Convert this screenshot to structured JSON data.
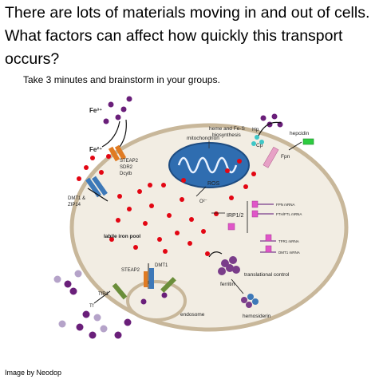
{
  "slide": {
    "title": "There are lots of materials moving in and out of cells.  What factors can affect how quickly this transport occurs?",
    "subtitle": "Take 3 minutes and brainstorm in your groups.",
    "credit": "Image by Neodop"
  },
  "diagram": {
    "labels": {
      "fe3": "Fe³⁺",
      "fe2": "Fe²⁺",
      "mito": "mitochondrion",
      "heme1": "heme and Fe-S",
      "heme2": "biosynthesis",
      "hp": "Hp",
      "hepcidin": "hepcidin",
      "cp": "Cp",
      "fpn": "Fpn",
      "steap2_top": "STEAP2",
      "sdr2": "SDR2",
      "dcytb": "Dcytb",
      "dmt1_zip14_a": "DMT1 &",
      "dmt1_zip14_b": "ZIP14",
      "ros": "ROS",
      "o2": "O²⁻",
      "irp": "IRP1/2",
      "fpn_mrna": "FPN mRNA",
      "fth_mrna": "FTH/FTL mRNA",
      "tfr1_mrna": "TFR1 mRNA",
      "dmt1_mrna": "DMT1 mRNA",
      "labile": "labile iron pool",
      "steap2_bottom": "STEAP2",
      "dmt1": "DMT1",
      "ferritin": "ferritin",
      "translational": "translational control",
      "tfr1": "TfR1",
      "tf": "Tf",
      "endosome": "endosome",
      "hemosiderin": "hemosiderin"
    },
    "colors": {
      "membrane": "#c8b79a",
      "cytoplasm": "#f2ede3",
      "mito": "#2f6db0",
      "iron": "#e30613",
      "fe3": "#6a1f7a",
      "transporter": "#3d78b8",
      "steap": "#e07b22",
      "fpn": "#e7a1c6",
      "hp": "#3fc7c7",
      "hepcidin": "#2ecc40",
      "irp": "#e056c8",
      "tfr1": "#6b8e3a",
      "ferritin": "#7a3d8a"
    }
  }
}
